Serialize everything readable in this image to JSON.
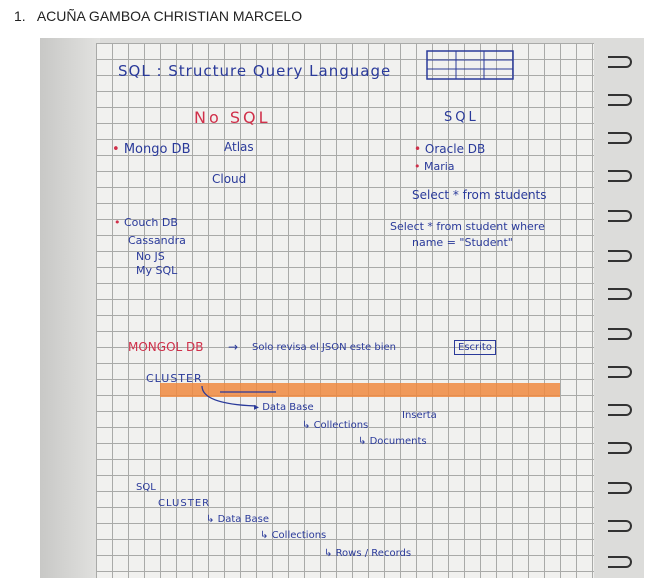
{
  "list": {
    "number": "1.",
    "name": "ACUÑA GAMBOA CHRISTIAN MARCELO"
  },
  "notes": {
    "title": "SQL : Structure Query Language",
    "nosql_heading": "No SQL",
    "sql_heading": "SQL",
    "mongo": "Mongo DB",
    "atlas": "Atlas",
    "cloud": "Cloud",
    "oracle": "Oracle DB",
    "maria": "Maria",
    "select1": "Select * from students",
    "select2": "Select * from student where",
    "select3": "name = \"Student\"",
    "couch": "Couch DB",
    "cassandra": "Cassandra",
    "nojs": "No JS",
    "mysql": "My SQL",
    "mongodb_label": "MONGOL DB",
    "mongodb_text": "Solo revisa el JSON este bien",
    "escrito": "Escrito",
    "cluster": "CLUSTER",
    "database": "Data Base",
    "collections": "Collections",
    "inserta": "Inserta",
    "documents": "Documents",
    "sql2": "SQL",
    "cluster2": "CLUSTER",
    "database2": "Data Base",
    "collections2": "Collections",
    "rows": "Rows / Records"
  },
  "colors": {
    "ink_blue": "#2a3a9a",
    "ink_red": "#d0304a",
    "highlight": "#f08a40"
  }
}
